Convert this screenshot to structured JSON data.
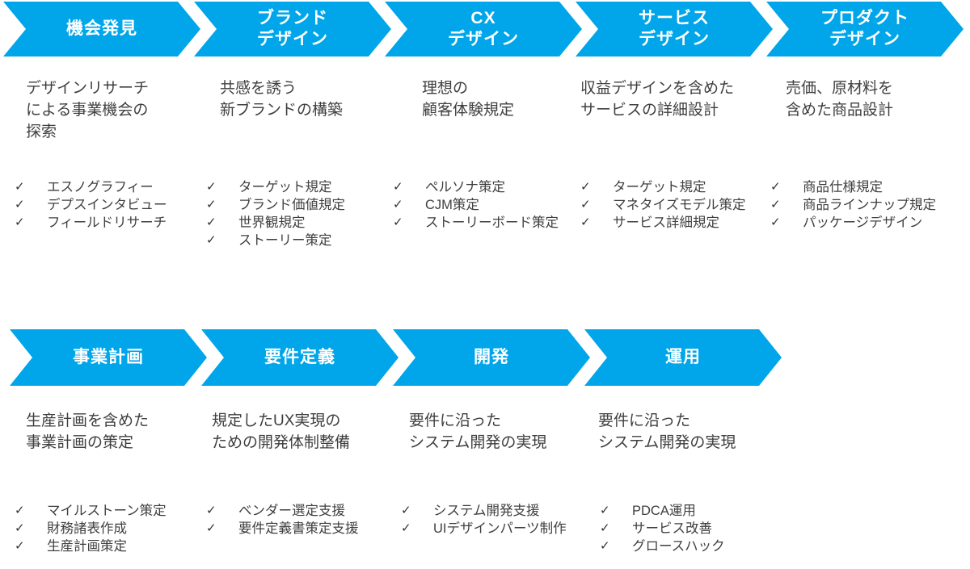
{
  "glyphs": {
    "check": "✓"
  },
  "colors": {
    "chevron_blue": "#00A6E9",
    "chevron_label_text": "#ffffff",
    "body_text": "#3f3f3f"
  },
  "top_row": {
    "phases": [
      {
        "label": "機会発見",
        "description": "デザインリサーチ\nによる事業機会の\n探索",
        "items": [
          "エスノグラフィー",
          "デプスインタビュー",
          "フィールドリサーチ"
        ]
      },
      {
        "label": "ブランド\nデザイン",
        "description": "共感を誘う\n新ブランドの構築",
        "items": [
          "ターゲット規定",
          "ブランド価値規定",
          "世界観規定",
          "ストーリー策定"
        ]
      },
      {
        "label": "CX\nデザイン",
        "description": "理想の\n顧客体験規定",
        "items": [
          "ペルソナ策定",
          "CJM策定",
          "ストーリーボード策定"
        ]
      },
      {
        "label": "サービス\nデザイン",
        "description": "収益デザインを含めた\nサービスの詳細設計",
        "items": [
          "ターゲット規定",
          "マネタイズモデル策定",
          "サービス詳細規定"
        ]
      },
      {
        "label": "プロダクト\nデザイン",
        "description": "売価、原材料を\n含めた商品設計",
        "items": [
          "商品仕様規定",
          "商品ラインナップ規定",
          "パッケージデザイン"
        ]
      }
    ]
  },
  "bottom_row": {
    "phases": [
      {
        "label": "事業計画",
        "description": "生産計画を含めた\n事業計画の策定",
        "items": [
          "マイルストーン策定",
          "財務諸表作成",
          "生産計画策定"
        ]
      },
      {
        "label": "要件定義",
        "description": "規定したUX実現の\nための開発体制整備",
        "items": [
          "ベンダー選定支援",
          "要件定義書策定支援"
        ]
      },
      {
        "label": "開発",
        "description": "要件に沿った\nシステム開発の実現",
        "items": [
          "システム開発支援",
          "UIデザインパーツ制作"
        ]
      },
      {
        "label": "運用",
        "description": "要件に沿った\nシステム開発の実現",
        "items": [
          "PDCA運用",
          "サービス改善",
          "グロースハック"
        ]
      }
    ]
  }
}
